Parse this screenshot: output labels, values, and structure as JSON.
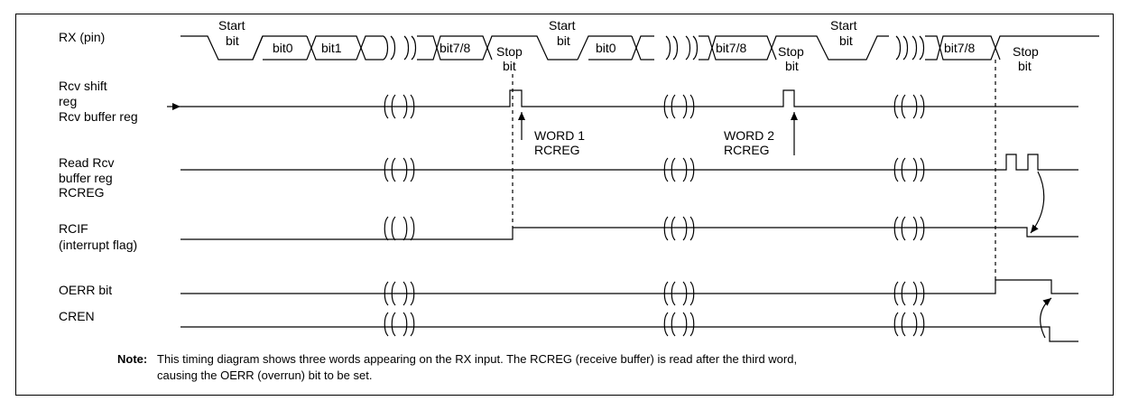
{
  "signals": {
    "rx": [
      "RX (pin)"
    ],
    "rsr": [
      "Rcv shift",
      "reg",
      "Rcv buffer reg"
    ],
    "read": [
      "Read Rcv",
      "buffer reg",
      "RCREG"
    ],
    "rcif": [
      "RCIF",
      "(interrupt flag)"
    ],
    "oerr": [
      "OERR bit"
    ],
    "cren": [
      "CREN"
    ]
  },
  "rx_bits": {
    "start": [
      "Start",
      "bit"
    ],
    "stop": [
      "Stop",
      "bit"
    ],
    "bit0": "bit0",
    "bit1": "bit1",
    "bit78": "bit7/8"
  },
  "annotations": {
    "word1": [
      "WORD 1",
      "RCREG"
    ],
    "word2": [
      "WORD 2",
      "RCREG"
    ]
  },
  "note": {
    "label": "Note:",
    "line1": "This timing diagram shows three words appearing on the RX input.   The RCREG (receive buffer) is read after the third word,",
    "line2": "causing the OERR (overrun) bit to be set."
  },
  "colors": {
    "line": "#000000",
    "background": "#ffffff"
  }
}
